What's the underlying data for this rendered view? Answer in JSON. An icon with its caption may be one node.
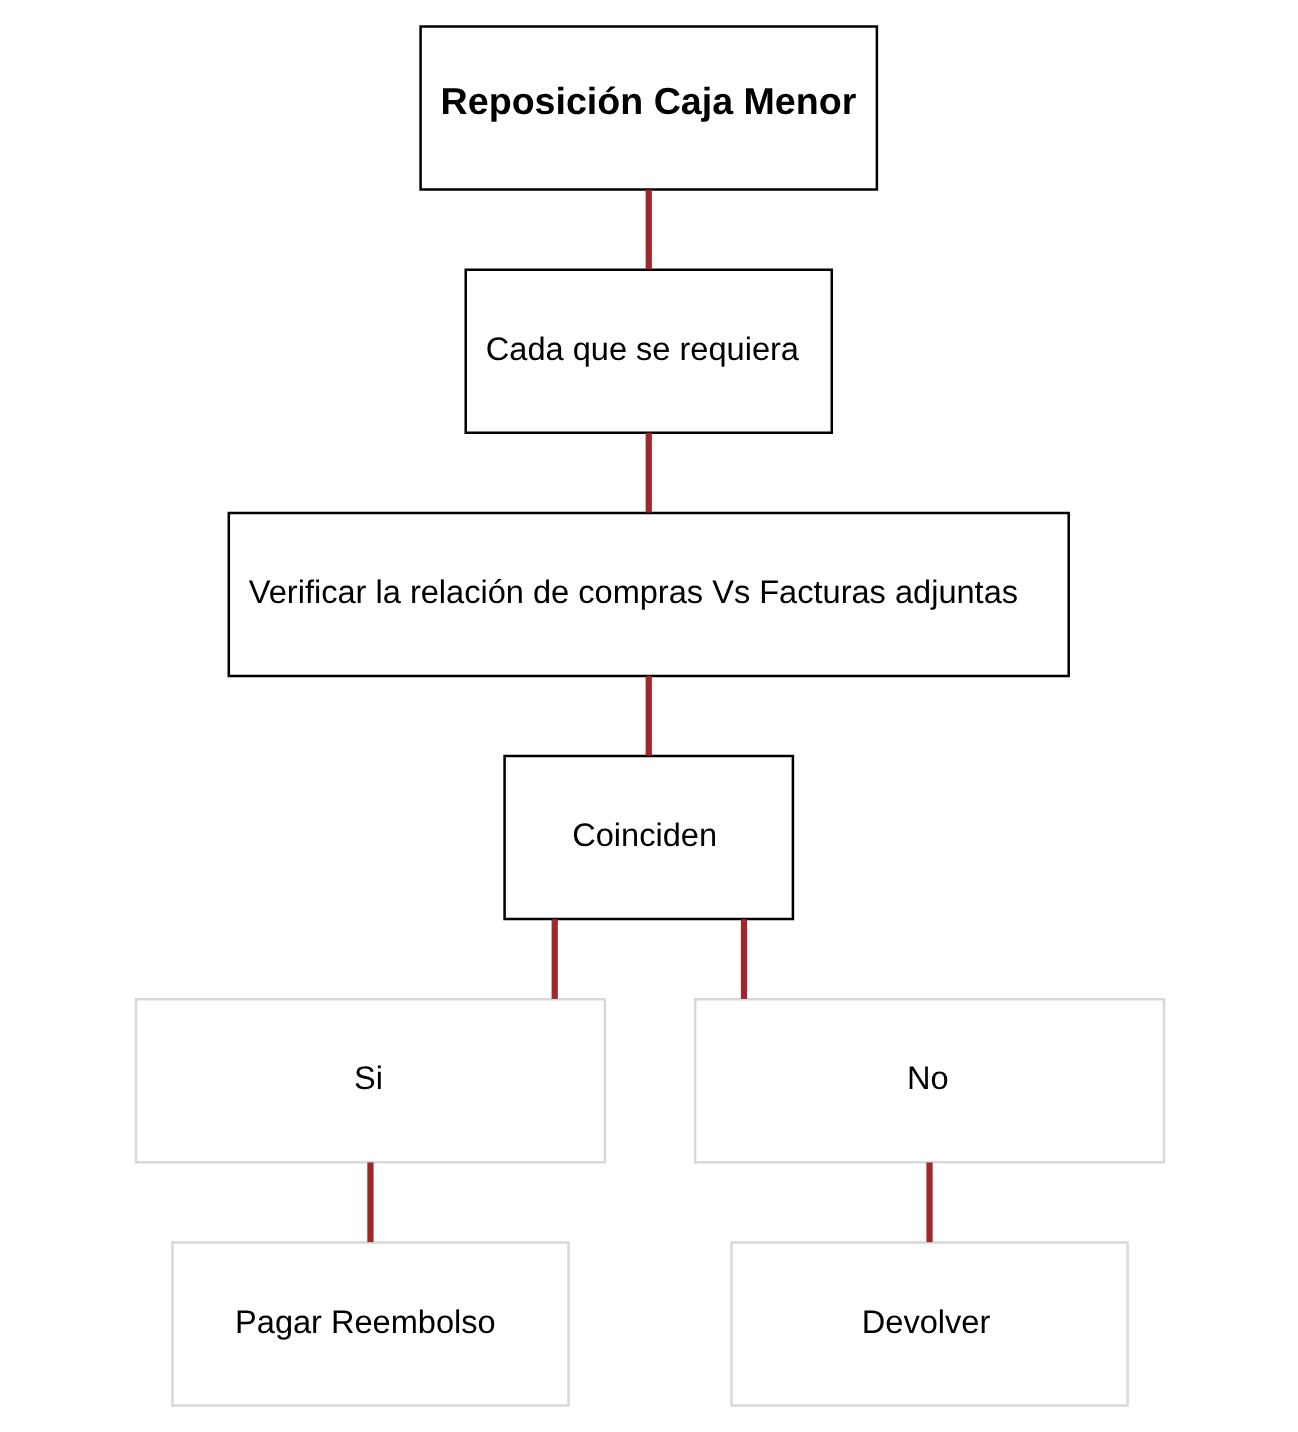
{
  "diagram": {
    "nodes": [
      {
        "text": [
          "Reposición Caja Menor"
        ]
      },
      {
        "text": [
          "Cada que se requiera"
        ]
      },
      {
        "text": [
          "Verificar la relación de compras Vs Facturas adjuntas"
        ]
      },
      {
        "text": [
          "Coinciden"
        ]
      },
      {
        "text": [
          "Si"
        ]
      },
      {
        "text": [
          "No"
        ]
      },
      {
        "text": [
          "Pagar Reembolso"
        ]
      },
      {
        "text": [
          "Devolver"
        ]
      }
    ],
    "edges": [
      {
        "from": 0,
        "to": 1,
        "arrow": "none"
      },
      {
        "from": 1,
        "to": 2,
        "arrow": "none"
      },
      {
        "from": 2,
        "to": 3,
        "arrow": "none"
      },
      {
        "from": 3,
        "to": 4,
        "arrow": "none"
      },
      {
        "from": 3,
        "to": 5,
        "arrow": "none"
      },
      {
        "from": 4,
        "to": 6,
        "arrow": "none"
      },
      {
        "from": 5,
        "to": 7,
        "arrow": "none"
      }
    ]
  }
}
